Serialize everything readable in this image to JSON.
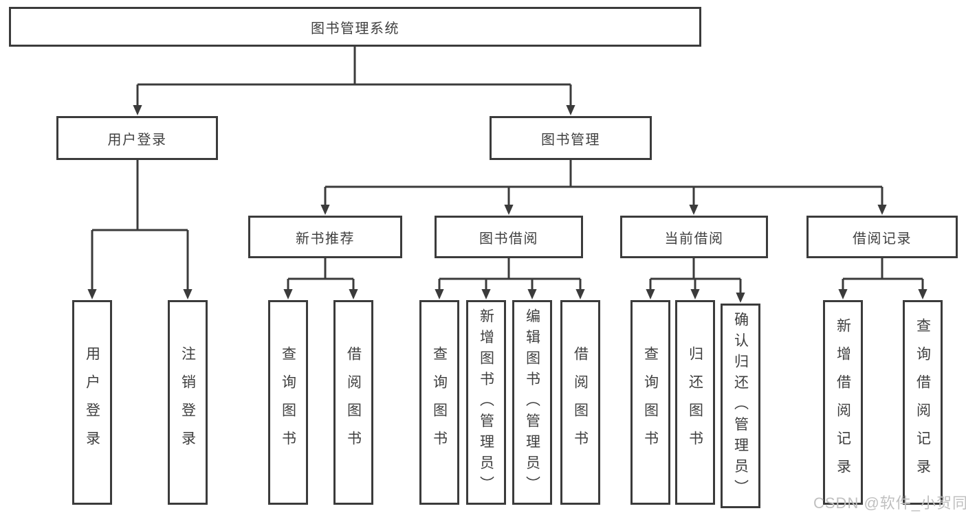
{
  "diagram": {
    "root": {
      "label": "图书管理系统",
      "children": [
        {
          "label": "用户登录",
          "children": [
            {
              "label": "用户登录"
            },
            {
              "label": "注销登录"
            }
          ]
        },
        {
          "label": "图书管理",
          "children": [
            {
              "label": "新书推荐",
              "children": [
                {
                  "label": "查询图书"
                },
                {
                  "label": "借阅图书"
                }
              ]
            },
            {
              "label": "图书借阅",
              "children": [
                {
                  "label": "查询图书"
                },
                {
                  "label": "新增图书（管理员）"
                },
                {
                  "label": "编辑图书（管理员）"
                },
                {
                  "label": "借阅图书"
                }
              ]
            },
            {
              "label": "当前借阅",
              "children": [
                {
                  "label": "查询图书"
                },
                {
                  "label": "归还图书"
                },
                {
                  "label": "确认归还（管理员）"
                }
              ]
            },
            {
              "label": "借阅记录",
              "children": [
                {
                  "label": "新增借阅记录"
                },
                {
                  "label": "查询借阅记录"
                }
              ]
            }
          ]
        }
      ]
    }
  },
  "watermark": "CSDN @软件_小贺同学",
  "colors": {
    "line": "#3b3b3b",
    "text": "#3f3f3f",
    "watermark": "#c0c0c0",
    "background": "#ffffff"
  }
}
